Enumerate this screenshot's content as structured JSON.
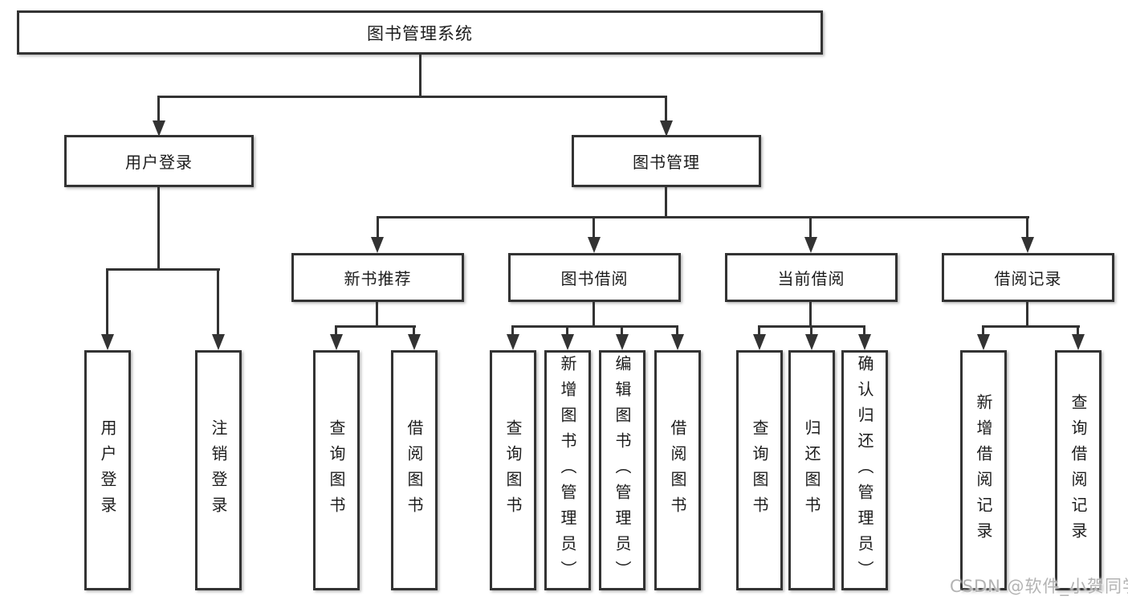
{
  "diagram": {
    "root": "图书管理系统",
    "level2": [
      "用户登录",
      "图书管理"
    ],
    "level3": [
      "新书推荐",
      "图书借阅",
      "当前借阅",
      "借阅记录"
    ],
    "leaves": [
      "用户登录",
      "注销登录",
      "查询图书",
      "借阅图书",
      "查询图书",
      "新增图书（管理员）",
      "编辑图书（管理员）",
      "借阅图书",
      "查询图书",
      "归还图书",
      "确认归还（管理员）",
      "新增借阅记录",
      "查询借阅记录"
    ]
  },
  "watermark": {
    "text": "CSDN @软件_小贺同学"
  },
  "colors": {
    "line": "#333333",
    "text": "#1c1c1c",
    "bg": "#ffffff",
    "watermark": "#b3b3b3"
  }
}
